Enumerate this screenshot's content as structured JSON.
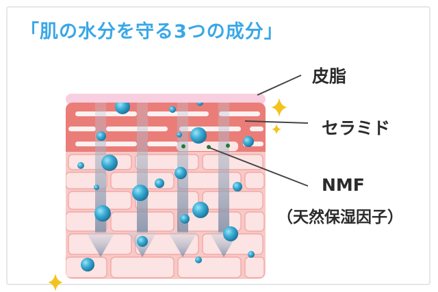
{
  "title": "「肌の水分を守る3つの成分」",
  "labels": {
    "sebum": "皮脂",
    "ceramide": "セラミド",
    "nmf": "NMF",
    "nmf_sub": "（天然保湿因子）"
  },
  "colors": {
    "title": "#3aa7e6",
    "sebum_layer": "#f8c9da",
    "ceramide_layer": "#e97a76",
    "cell_layer": "#f7c6c4",
    "water_drop": "#2d97c7",
    "nmf_dot": "#1f7a35",
    "sparkle": "#f4c21d",
    "arrow": "#8e9db5"
  },
  "icons": [
    "sparkle-icon",
    "water-drop-icon",
    "down-arrow-icon"
  ]
}
